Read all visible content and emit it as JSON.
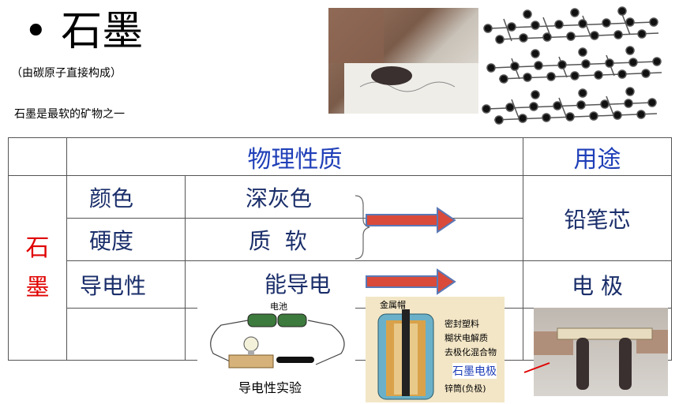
{
  "header": {
    "bullet": "•",
    "title": "石墨",
    "subtitle": "（由碳原子直接构成）",
    "note": "石墨是最软的矿物之一"
  },
  "table": {
    "header_properties": "物理性质",
    "header_uses": "用途",
    "row_header": [
      "石",
      "墨"
    ],
    "rows": [
      {
        "property": "颜色",
        "value": "深灰色"
      },
      {
        "property": "硬度",
        "value": "质  软"
      },
      {
        "property": "导电性",
        "value": "能导电"
      }
    ],
    "uses": [
      "铅笔芯",
      "电 极"
    ]
  },
  "captions": {
    "conductivity_experiment": "导电性实验",
    "battery_label": "电池",
    "cap_label": "金属帽",
    "graphite_electrode": "石墨电极",
    "battery_parts": [
      "密封塑料",
      "糊状电解质",
      "去极化混合物",
      "锌筒(负极)"
    ]
  },
  "colors": {
    "title_blue": "#1f3fb8",
    "value_navy": "#1a2e6a",
    "red": "#e00000",
    "arrow_fill": "#d94a3a",
    "arrow_stroke": "#5a78b5"
  }
}
